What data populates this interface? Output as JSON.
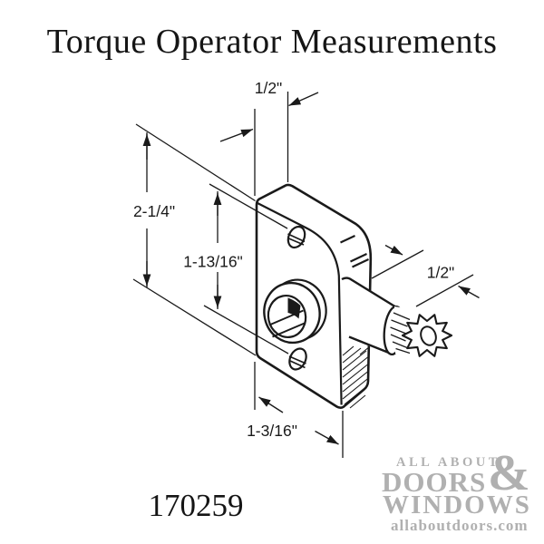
{
  "title": "Torque Operator Measurements",
  "part_number": "170259",
  "dimensions": {
    "top_offset": "1/2\"",
    "plate_height": "2-1/4\"",
    "screw_spacing": "1-13/16\"",
    "shaft_length": "1/2\"",
    "plate_width": "1-3/16\""
  },
  "watermark": {
    "line1": "ALL ABOUT",
    "line2": "DOORS",
    "ampersand": "&",
    "line3": "WINDOWS",
    "line4": "allaboutdoors.com"
  },
  "colors": {
    "line": "#1a1a1a",
    "watermark_gray": "#b0b0b0",
    "background": "#ffffff"
  }
}
